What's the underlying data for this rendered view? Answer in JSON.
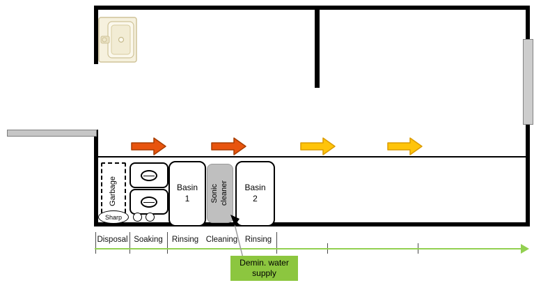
{
  "equipment": {
    "garbage": "Garbage",
    "sharp": "Sharp",
    "basin1_line1": "Basin",
    "basin1_line2": "1",
    "sonic_line1": "Sonic",
    "sonic_line2": "cleaner",
    "basin2_line1": "Basin",
    "basin2_line2": "2"
  },
  "stages": [
    "Disposal",
    "Soaking",
    "Rinsing",
    "Cleaning",
    "Rinsing"
  ],
  "annotation": {
    "line1": "Demin. water",
    "line2": "supply"
  },
  "icons": {
    "sink": "sink-icon",
    "flow_arrow_orange": "flow-arrow-orange-icon",
    "flow_arrow_yellow": "flow-arrow-yellow-icon",
    "drain": "drain-icon",
    "tap_knob": "tap-knob-icon",
    "callout_arrow": "callout-arrow-icon",
    "timeline_arrow": "timeline-arrow-icon"
  },
  "colors": {
    "wall": "#000000",
    "arrow_orange": "#e8540e",
    "arrow_orange_border": "#a83d00",
    "arrow_yellow": "#ffc40a",
    "arrow_yellow_border": "#db9b00",
    "timeline_green": "#92d050",
    "annotation_green": "#8cc63f",
    "sonic_gray": "#bfbfbf",
    "door_gray": "#c6c6c6",
    "window_gray": "#cdcdcd"
  }
}
